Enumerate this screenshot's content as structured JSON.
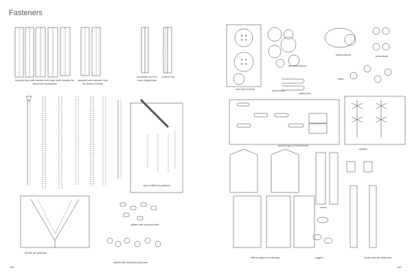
{
  "left_page": {
    "title": "Fasteners",
    "page_number": "498",
    "captions": {
      "exposed_zips": "exposed zips with medium and large teeth suitable for casual and sportswear",
      "standard_zips": "standard-size exposed zips for classic clothing",
      "concealed_zip": "concealed zip for a more elegant look",
      "covered_zip": "covered zip",
      "zips_positions": "zips in different positions",
      "double_zip": "double zip openings",
      "fixed_pull_tabs": "sliders with fixed pull tabs",
      "articulated_pull_tabs": "sliders with articulated pull tabs"
    }
  },
  "right_page": {
    "page_number": "499",
    "captions": {
      "four_hole_buttons": "four-hole buttons",
      "two_hole_buttons": "two-hole buttons",
      "shank_buttons": "shank buttons",
      "press_studs": "press studs",
      "rivets": "rivets",
      "jewel_button": "jewel button",
      "safety_pins": "safety pins",
      "buttonholes": "various types of buttonholes",
      "eyelets": "eyelets",
      "velcro": "velcro",
      "buttoning": "different types of buttoning",
      "toggles": "toggles",
      "hooks_eyes": "hooks-and-eye fasteners"
    }
  }
}
